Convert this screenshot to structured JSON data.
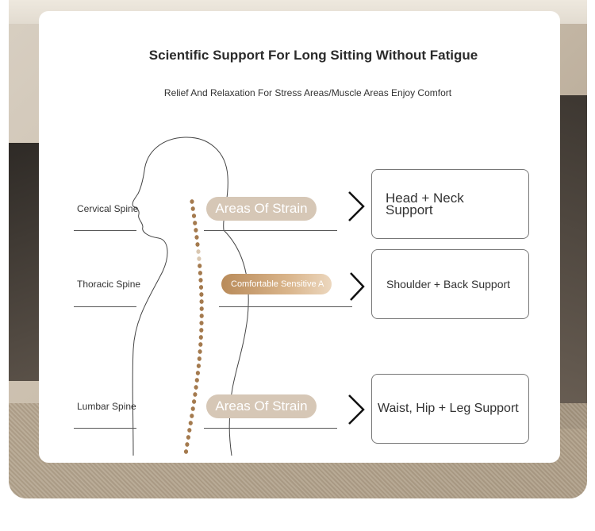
{
  "title": "Scientific Support For Long Sitting Without Fatigue",
  "subtitle": "Relief And Relaxation For Stress Areas/Muscle Areas Enjoy Comfort",
  "rows": [
    {
      "spine": "Cervical Spine",
      "pill": "Areas Of Strain",
      "support": "Head + Neck Support"
    },
    {
      "spine": "Thoracic Spine",
      "pill": "Comfortable Sensitive A",
      "support": "Shoulder + Back Support"
    },
    {
      "spine": "Lumbar Spine",
      "pill": "Areas Of Strain",
      "support": "Waist, Hip + Leg Support"
    }
  ],
  "colors": {
    "strain_pill": "#d6c7b6",
    "sensitive_pill": "#c49a6a",
    "spine_dots": "#a47a4e"
  },
  "icons": [
    "chevron-right-icon",
    "human-silhouette",
    "spine-dots"
  ]
}
